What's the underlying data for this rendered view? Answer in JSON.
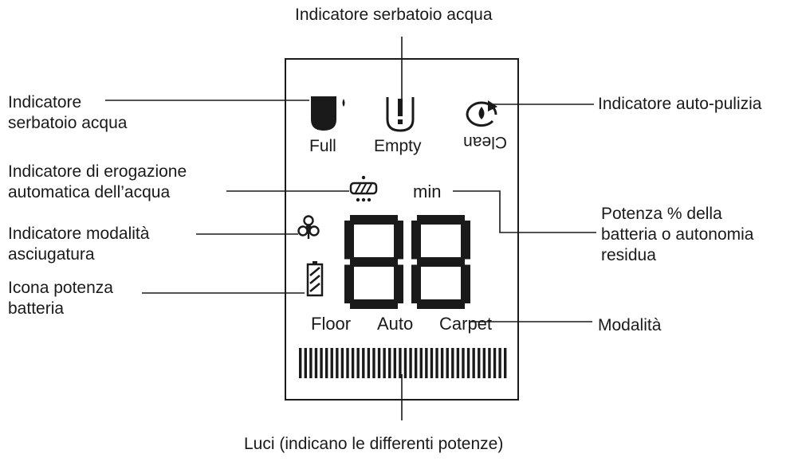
{
  "callouts": {
    "top": "Indicatore serbatoio acqua",
    "tank_left": [
      "Indicatore",
      "serbatoio acqua"
    ],
    "auto_clean": "Indicatore auto-pulizia",
    "water_dispense": [
      "Indicatore di erogazione",
      "automatica dell’acqua"
    ],
    "battery_power": [
      "Potenza % della",
      "batteria o autonomia",
      "residua"
    ],
    "drying_mode": [
      "Indicatore modalità",
      "asciugatura"
    ],
    "battery_icon": [
      "Icona potenza",
      "batteria"
    ],
    "mode": "Modalità",
    "lights": "Luci (indicano le differenti potenze)"
  },
  "display": {
    "full": "Full",
    "empty": "Empty",
    "clean": "Clean",
    "min": "min",
    "modes": [
      "Floor",
      "Auto",
      "Carpet"
    ],
    "digit_count": 2,
    "light_bar_count": 40
  },
  "icons": [
    "water-tank-full-icon",
    "water-tank-empty-icon",
    "auto-clean-icon",
    "water-dispense-icon",
    "fan-icon",
    "battery-icon"
  ]
}
